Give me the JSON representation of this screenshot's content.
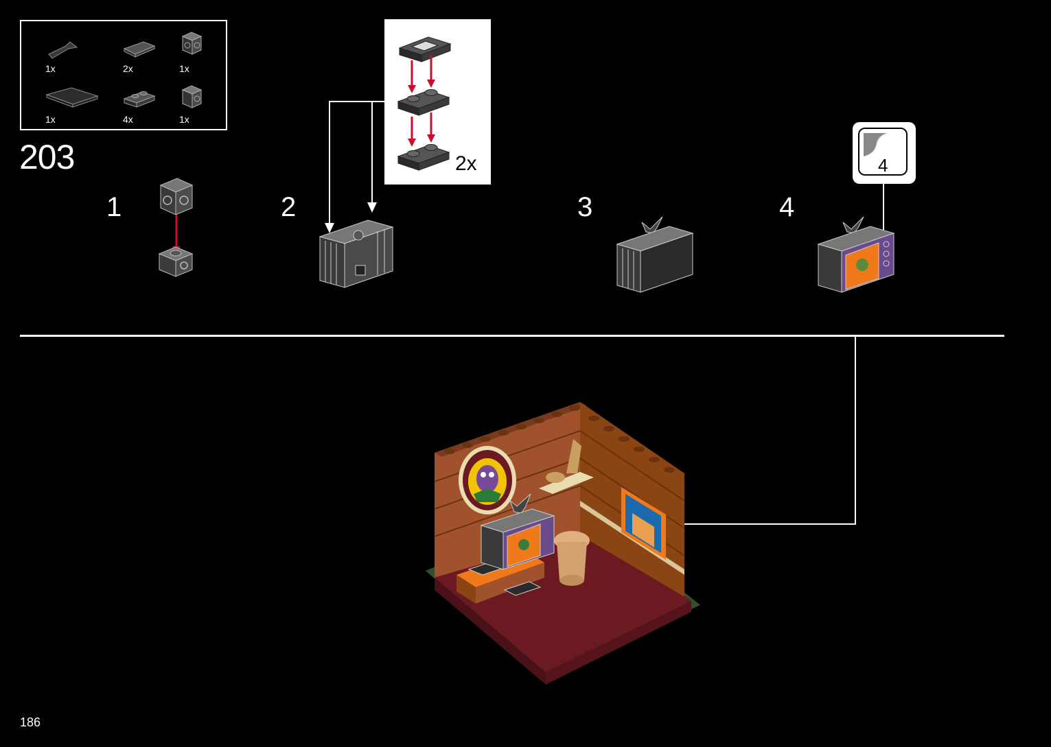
{
  "page": {
    "page_number": "186"
  },
  "step": {
    "number": "203"
  },
  "parts_list": [
    {
      "name": "antenna-piece",
      "qty": "1x"
    },
    {
      "name": "tile-1x2-printed",
      "qty": "2x"
    },
    {
      "name": "brick-1x1-studs-sides",
      "qty": "1x"
    },
    {
      "name": "tile-2x4-dark",
      "qty": "1x"
    },
    {
      "name": "plate-1x2-dark",
      "qty": "4x"
    },
    {
      "name": "brick-1x1-stud-side",
      "qty": "1x"
    }
  ],
  "substeps": [
    {
      "label": "1"
    },
    {
      "label": "2"
    },
    {
      "label": "3"
    },
    {
      "label": "4"
    }
  ],
  "callout": {
    "multiplier": "2x"
  },
  "sticker": {
    "number": "4"
  },
  "colors": {
    "background": "#000000",
    "arrow_red": "#c8102e",
    "brick_gray": "#3a3a3a",
    "brick_wall": "#a0522d",
    "floor_red": "#6b1a22",
    "screen_orange": "#f07a1a"
  }
}
